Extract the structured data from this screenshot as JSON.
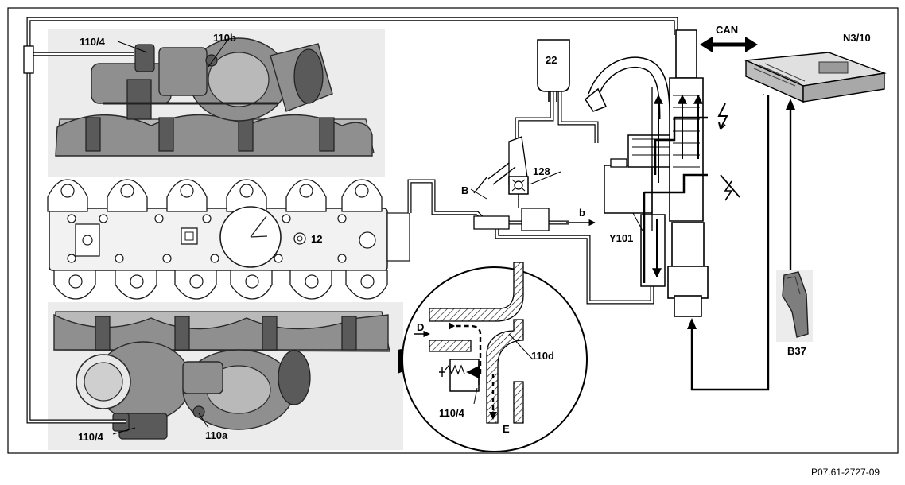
{
  "labels": {
    "turbo_actuator_top": "110/4",
    "wastegate_top": "110b",
    "pressure_reservoir": "22",
    "can_bus": "CAN",
    "ecu": "N3/10",
    "check_valve": "128",
    "branch_b_upper": "B",
    "branch_b_lower": "b",
    "engine_part": "12",
    "pressure_converter": "Y101",
    "detail_d": "D",
    "detail_110d": "110d",
    "detail_110_4": "110/4",
    "detail_e": "E",
    "accelerator_pedal": "B37",
    "turbo_actuator_bottom": "110/4",
    "wastegate_bottom": "110a",
    "figure_code": "P07.61-2727-09"
  }
}
